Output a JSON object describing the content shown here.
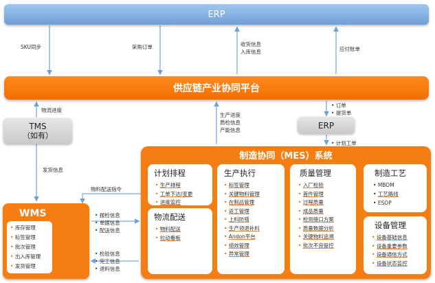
{
  "erp_top": "ERP",
  "platform": "供应链产业协同平台",
  "erp_mid": "ERP",
  "tms": [
    "TMS",
    "（如有）"
  ],
  "wms_title": "WMS",
  "wms_items": [
    "库存管理",
    "标签管理",
    "批次管理",
    "出入库管理",
    "发货管理"
  ],
  "flows": {
    "sku": "SKU同步",
    "purchase": "采购订单",
    "receive": [
      "收货信息",
      "入库信息"
    ],
    "payable": "应付账单",
    "logistics_progress": "物流进度",
    "production_info": [
      "生产进度",
      "质检信息",
      "产能信息"
    ],
    "order_info": [
      "订单",
      "提货单"
    ],
    "plan_order": "计划工单",
    "ship_info": "发货信息",
    "material_cmd": "物料配送指令",
    "report_info": [
      "报检信息",
      "单据信息",
      "配送信息"
    ],
    "inspect_info": [
      "检验信息",
      "完工信息",
      "退料信息"
    ]
  },
  "mes": {
    "title": "制造协同（MES）系统",
    "plan": {
      "title": "计划排程",
      "items": [
        "生产排程",
        "工单下达/变更",
        "进度监控"
      ]
    },
    "logistics": {
      "title": "物流配送",
      "items": [
        "物料配送",
        "拉动看板"
      ]
    },
    "execution": {
      "title": "生产执行",
      "items": [
        "标签管理",
        "关键物料管理",
        "在制品管理",
        "返工管理",
        "上料防错",
        "生产领退补料",
        "Andon平台",
        "绩效管理",
        "异常管理"
      ]
    },
    "quality": {
      "title": "质量管理",
      "items": [
        "入厂检验",
        "首件管理",
        "过程质量",
        "成品质量",
        "检测接口方案",
        "质量数据分析",
        "关键物料追溯",
        "批次不良管控"
      ]
    },
    "process": {
      "title": "制造工艺",
      "items": [
        "MBOM",
        "工艺路线",
        "ESOP"
      ]
    },
    "equipment": {
      "title": "设备管理",
      "items": [
        "设备基础信息",
        "设备重要参数",
        "设备通信方式",
        "设备状态监控"
      ]
    }
  }
}
